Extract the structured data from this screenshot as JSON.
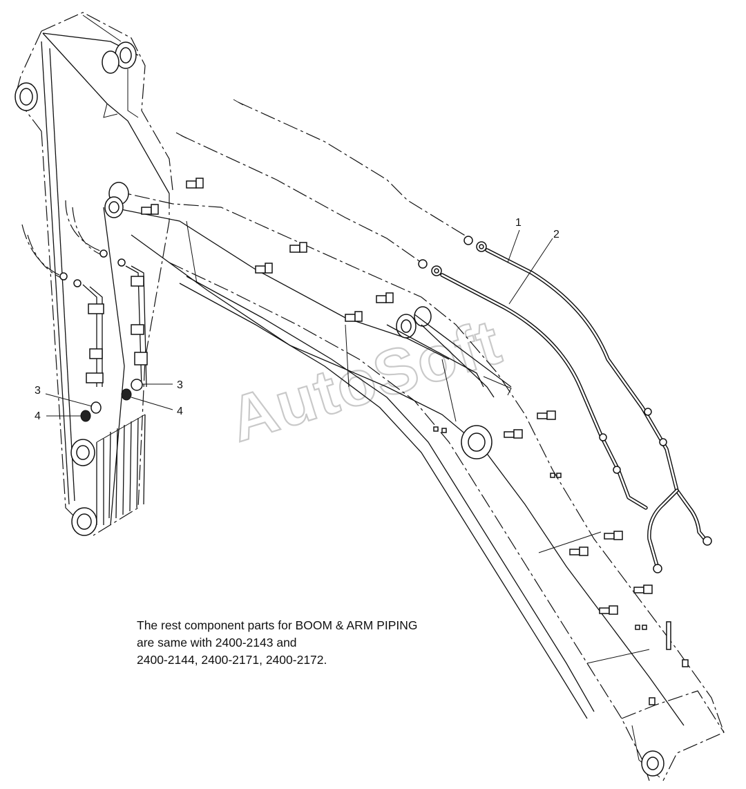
{
  "diagram": {
    "callouts": [
      {
        "id": "c1",
        "label": "1"
      },
      {
        "id": "c2",
        "label": "2"
      },
      {
        "id": "c3a",
        "label": "3"
      },
      {
        "id": "c3b",
        "label": "3"
      },
      {
        "id": "c4a",
        "label": "4"
      },
      {
        "id": "c4b",
        "label": "4"
      }
    ],
    "note_lines": [
      "The rest component parts for BOOM & ARM PIPING",
      "are same with 2400-2143 and",
      "2400-2144, 2400-2171, 2400-2172."
    ],
    "watermark": "AutoSoft"
  }
}
